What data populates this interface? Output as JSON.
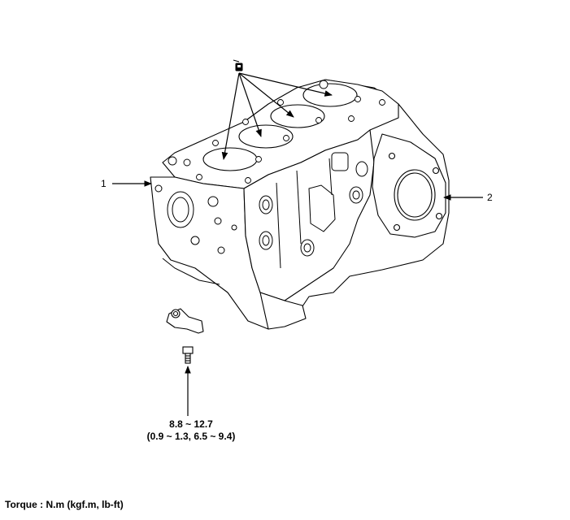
{
  "callouts": [
    {
      "id": "1",
      "label": "1"
    },
    {
      "id": "2",
      "label": "2"
    }
  ],
  "torque_spec": {
    "nm": "8.8 ~ 12.7",
    "imperial": "(0.9 ~ 1.3, 6.5 ~ 9.4)"
  },
  "footer": {
    "torque_units": "Torque : N.m (kgf.m, lb-ft)"
  },
  "icons": {
    "top_marker": "oil-can-icon"
  }
}
